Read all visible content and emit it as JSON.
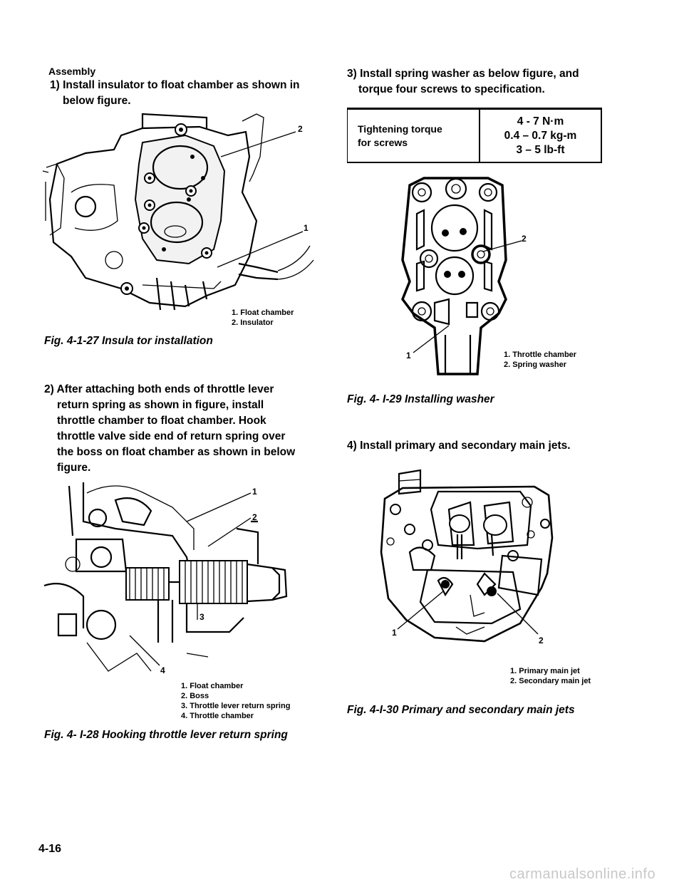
{
  "left": {
    "heading": "Assembly",
    "step1_line1": "1) Install insulator to float chamber as shown in",
    "step1_line2": "below figure.",
    "fig1": {
      "callouts": [
        "2",
        "1"
      ],
      "legend": [
        "1. Float chamber",
        "2. Insulator"
      ],
      "caption": "Fig. 4-1-27 Insula tor installation"
    },
    "step2_lines": [
      "2) After attaching both ends of throttle lever",
      "return spring as shown in figure, install",
      "throttle chamber to float chamber. Hook",
      "throttle valve side end of return spring over",
      "the boss on float chamber as shown in below",
      "figure."
    ],
    "fig2": {
      "callouts": [
        "1",
        "2",
        "3",
        "4"
      ],
      "legend": [
        "1. Float chamber",
        "2. Boss",
        "3. Throttle lever return spring",
        "4. Throttle chamber"
      ],
      "caption": "Fig. 4- I-28 Hooking throttle lever return spring"
    }
  },
  "right": {
    "step3_line1": "3) Install spring washer as below figure, and",
    "step3_line2": "torque four screws to specification.",
    "torque_table": {
      "label_line1": "Tightening torque",
      "label_line2": "for screws",
      "values": [
        "4 - 7 N·m",
        "0.4 – 0.7 kg-m",
        "3 – 5 lb-ft"
      ]
    },
    "fig3": {
      "callouts": [
        "2",
        "1"
      ],
      "legend": [
        "1. Throttle chamber",
        "2. Spring washer"
      ],
      "caption": "Fig. 4- I-29 Installing washer"
    },
    "step4": "4) Install primary and secondary main jets.",
    "fig4": {
      "callouts": [
        "1",
        "2"
      ],
      "legend": [
        "1. Primary main jet",
        "2. Secondary main jet"
      ],
      "caption": "Fig. 4-I-30 Primary and secondary main jets"
    }
  },
  "footer": {
    "page_number": "4-16",
    "watermark": "carmanualsonline.info"
  }
}
